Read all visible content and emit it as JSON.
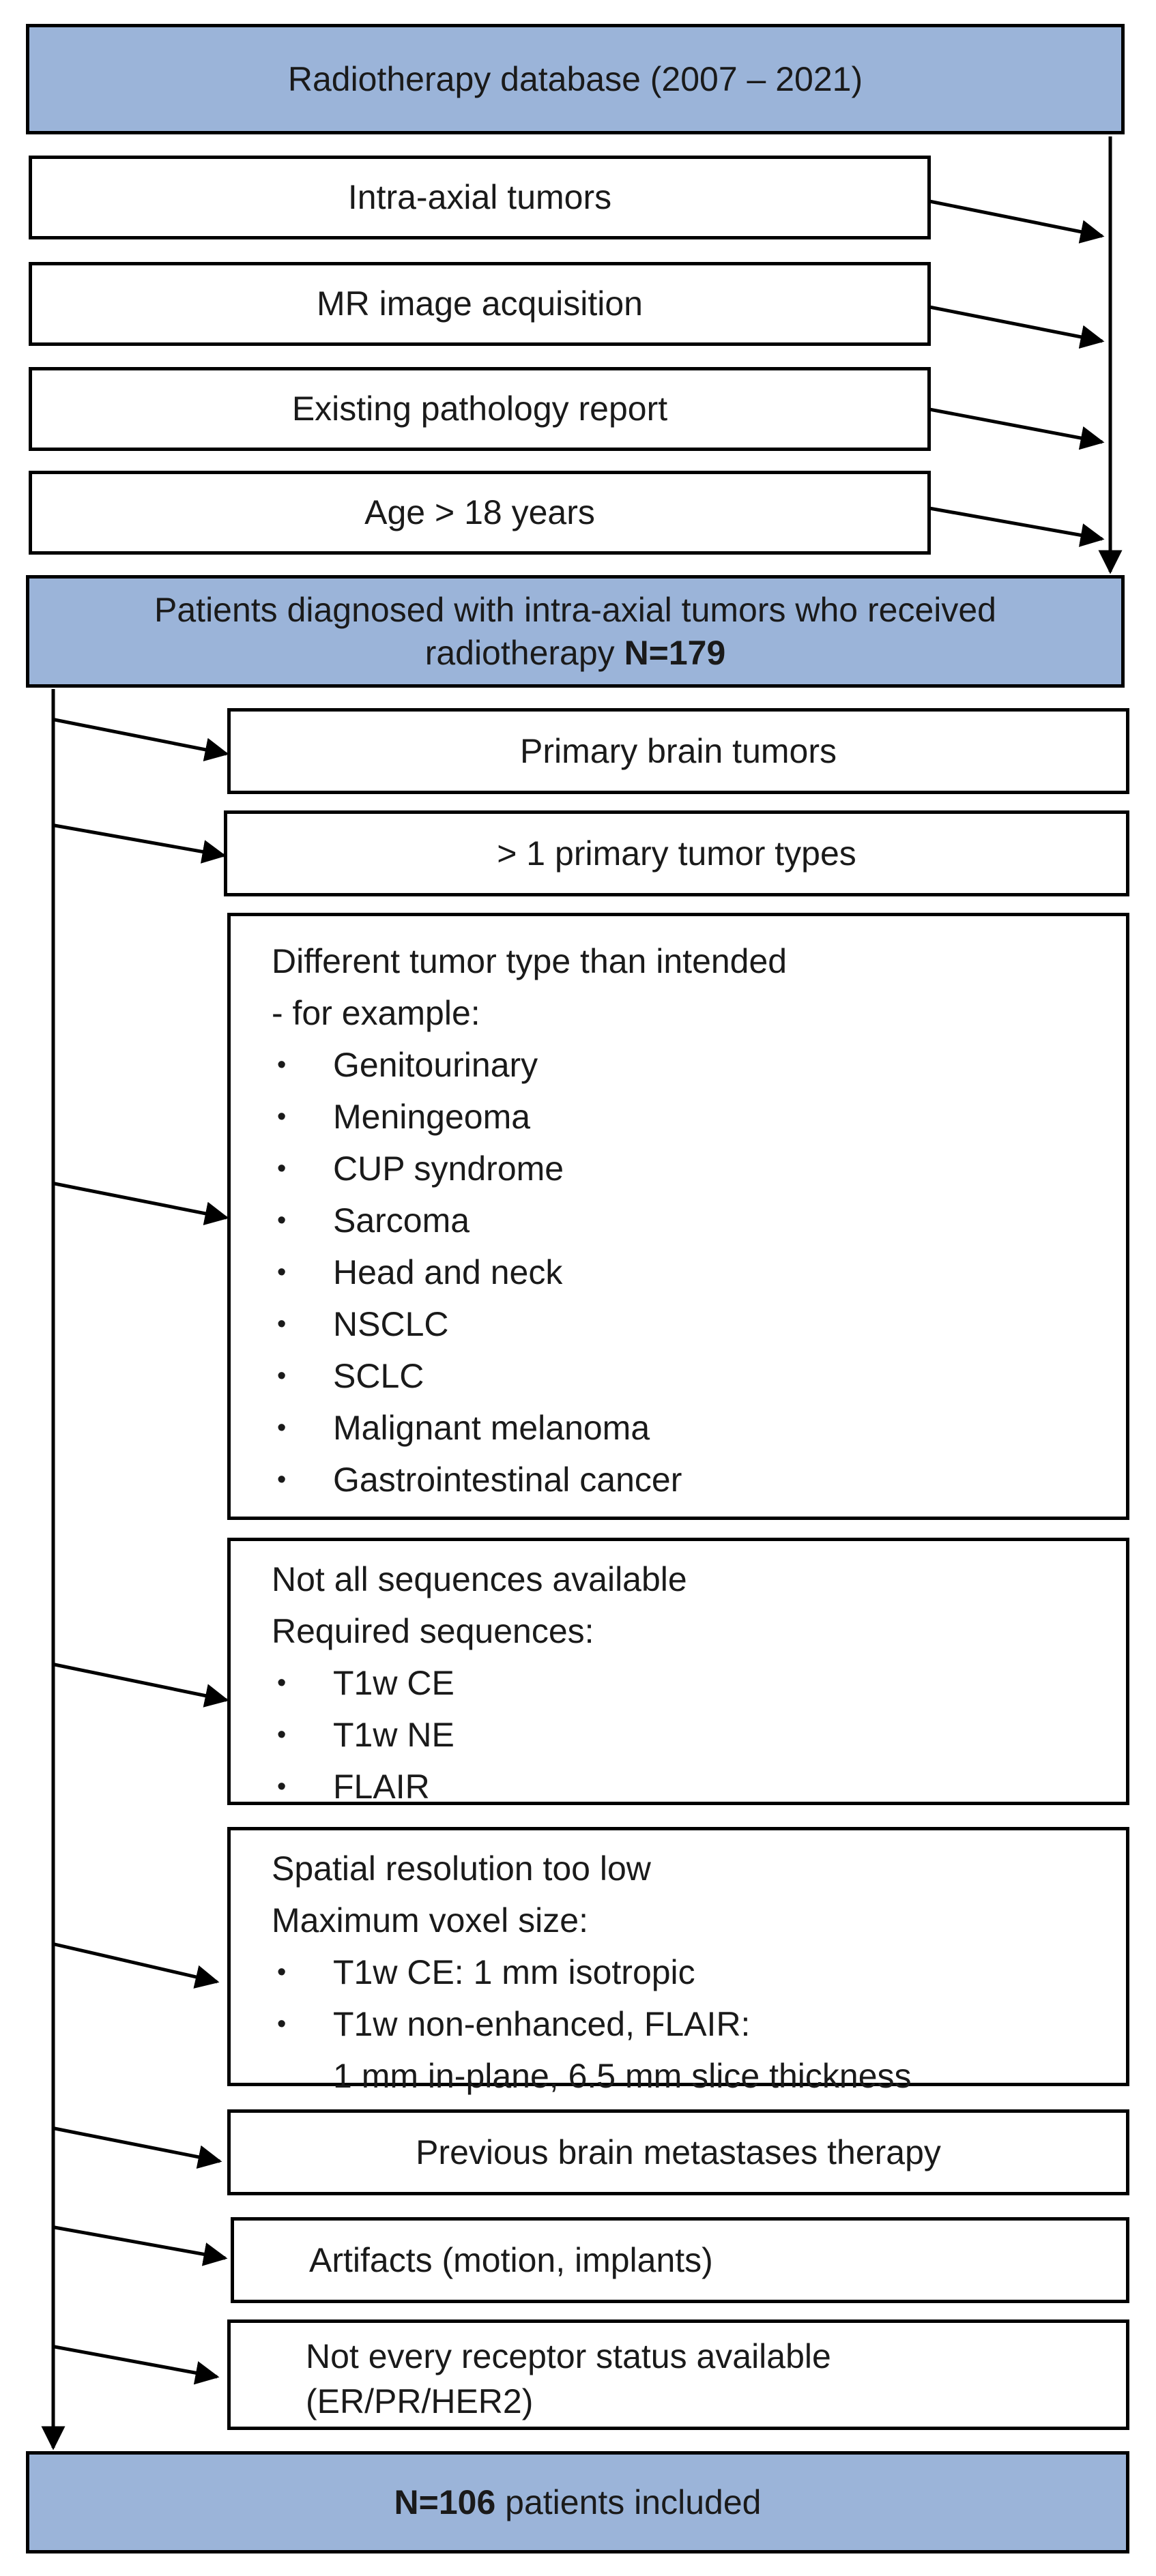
{
  "top": {
    "title": "Radiotherapy database (2007 – 2021)"
  },
  "first_exclusions": [
    "Intra-axial tumors",
    "MR image acquisition",
    "Existing pathology report",
    "Age  > 18 years"
  ],
  "middle": {
    "text": "Patients diagnosed with intra-axial tumors who received radiotherapy",
    "count": "N=179"
  },
  "second_exclusions": {
    "primary": "Primary brain tumors",
    "multiple": "> 1 primary tumor types",
    "different_type": {
      "heading": "Different tumor type  than intended",
      "subheading": "- for example:",
      "items": [
        "Genitourinary",
        "Meningeoma",
        "CUP syndrome",
        "Sarcoma",
        "Head and neck",
        "NSCLC",
        "SCLC",
        "Malignant melanoma",
        "Gastrointestinal cancer"
      ]
    },
    "sequences": {
      "heading": "Not all sequences available",
      "subheading": "Required sequences:",
      "items": [
        "T1w CE",
        "T1w NE",
        "FLAIR"
      ]
    },
    "resolution": {
      "heading": "Spatial resolution too low",
      "subheading": "Maximum voxel size:",
      "item1": "T1w CE: 1 mm isotropic",
      "item2": "T1w non-enhanced, FLAIR:",
      "item2_cont": "1 mm in-plane, 6.5 mm  slice thickness"
    },
    "previous_therapy": "Previous brain metastases therapy",
    "artifacts": "Artifacts (motion, implants)",
    "receptor": {
      "line1": "Not every receptor status  available",
      "line2": "(ER/PR/HER2)"
    }
  },
  "bottom": {
    "count": "N=106",
    "text": " patients included"
  }
}
